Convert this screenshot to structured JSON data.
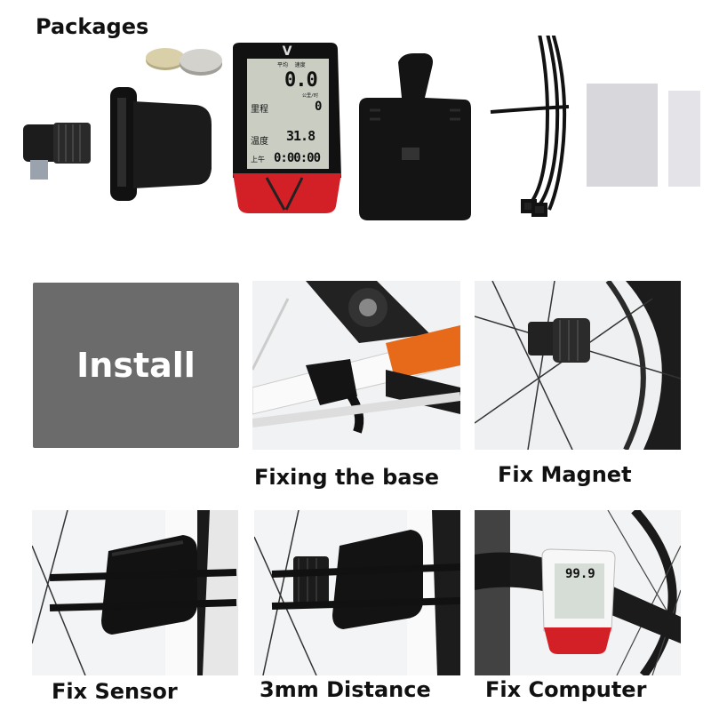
{
  "header": {
    "title": "Packages"
  },
  "install_box": {
    "label": "Install"
  },
  "lcd": {
    "speed": "0.0",
    "distance": "0",
    "temperature": "31.8",
    "time": "0:00:00",
    "label_trip": "里程",
    "label_temp": "温度",
    "label_am": "上午",
    "label_avg": "平均",
    "label_speed": "速度",
    "label_unit": "公里/时"
  },
  "steps": [
    {
      "caption": "Fixing the base"
    },
    {
      "caption": "Fix Magnet"
    },
    {
      "caption": "Fix Sensor"
    },
    {
      "caption": "3mm Distance"
    },
    {
      "caption": "Fix Computer"
    }
  ],
  "bike_computer_small": {
    "reading": "99.9"
  },
  "colors": {
    "accent_red": "#d31f26",
    "dark": "#1a1a1a",
    "install_gray": "#6b6b6b"
  },
  "icons": [
    "magnet-sensor",
    "bike-computer",
    "mount-base",
    "battery",
    "zip-tie",
    "adhesive-pad"
  ]
}
